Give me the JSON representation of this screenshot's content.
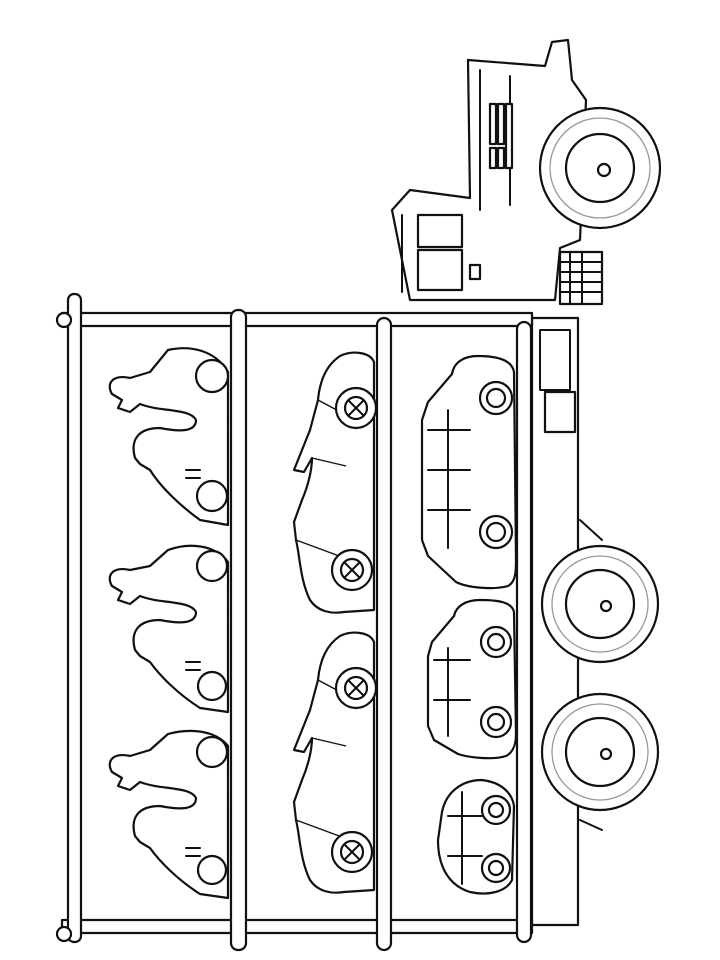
{
  "image": {
    "kind": "coloring-page",
    "subject": "car-carrier-truck",
    "line_color": "#111111",
    "background_color": "#ffffff"
  },
  "cargo": {
    "decks": 3,
    "deck_contents": [
      "bumper-cars",
      "convertible-sports-cars",
      "sedans"
    ],
    "counts": [
      3,
      2,
      3
    ]
  },
  "truck": {
    "wheels": 3
  }
}
